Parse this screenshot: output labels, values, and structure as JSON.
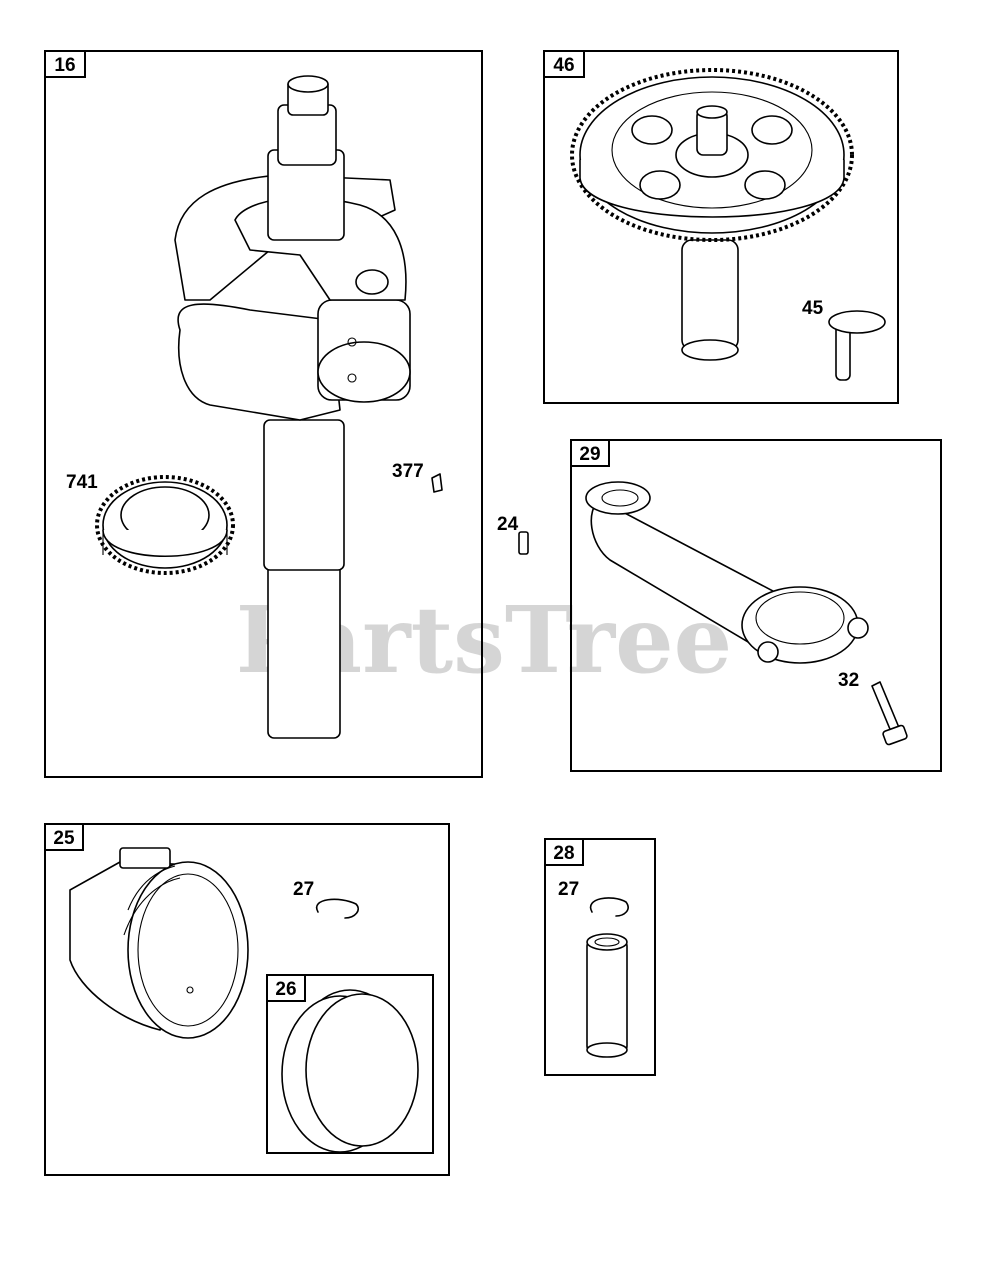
{
  "watermark": "PartsTree",
  "groups": [
    {
      "tag": "16"
    },
    {
      "tag": "46"
    },
    {
      "tag": "29"
    },
    {
      "tag": "25"
    },
    {
      "tag": "26"
    },
    {
      "tag": "28"
    }
  ],
  "callouts": [
    "741",
    "377",
    "24",
    "45",
    "32",
    "27",
    "27"
  ]
}
